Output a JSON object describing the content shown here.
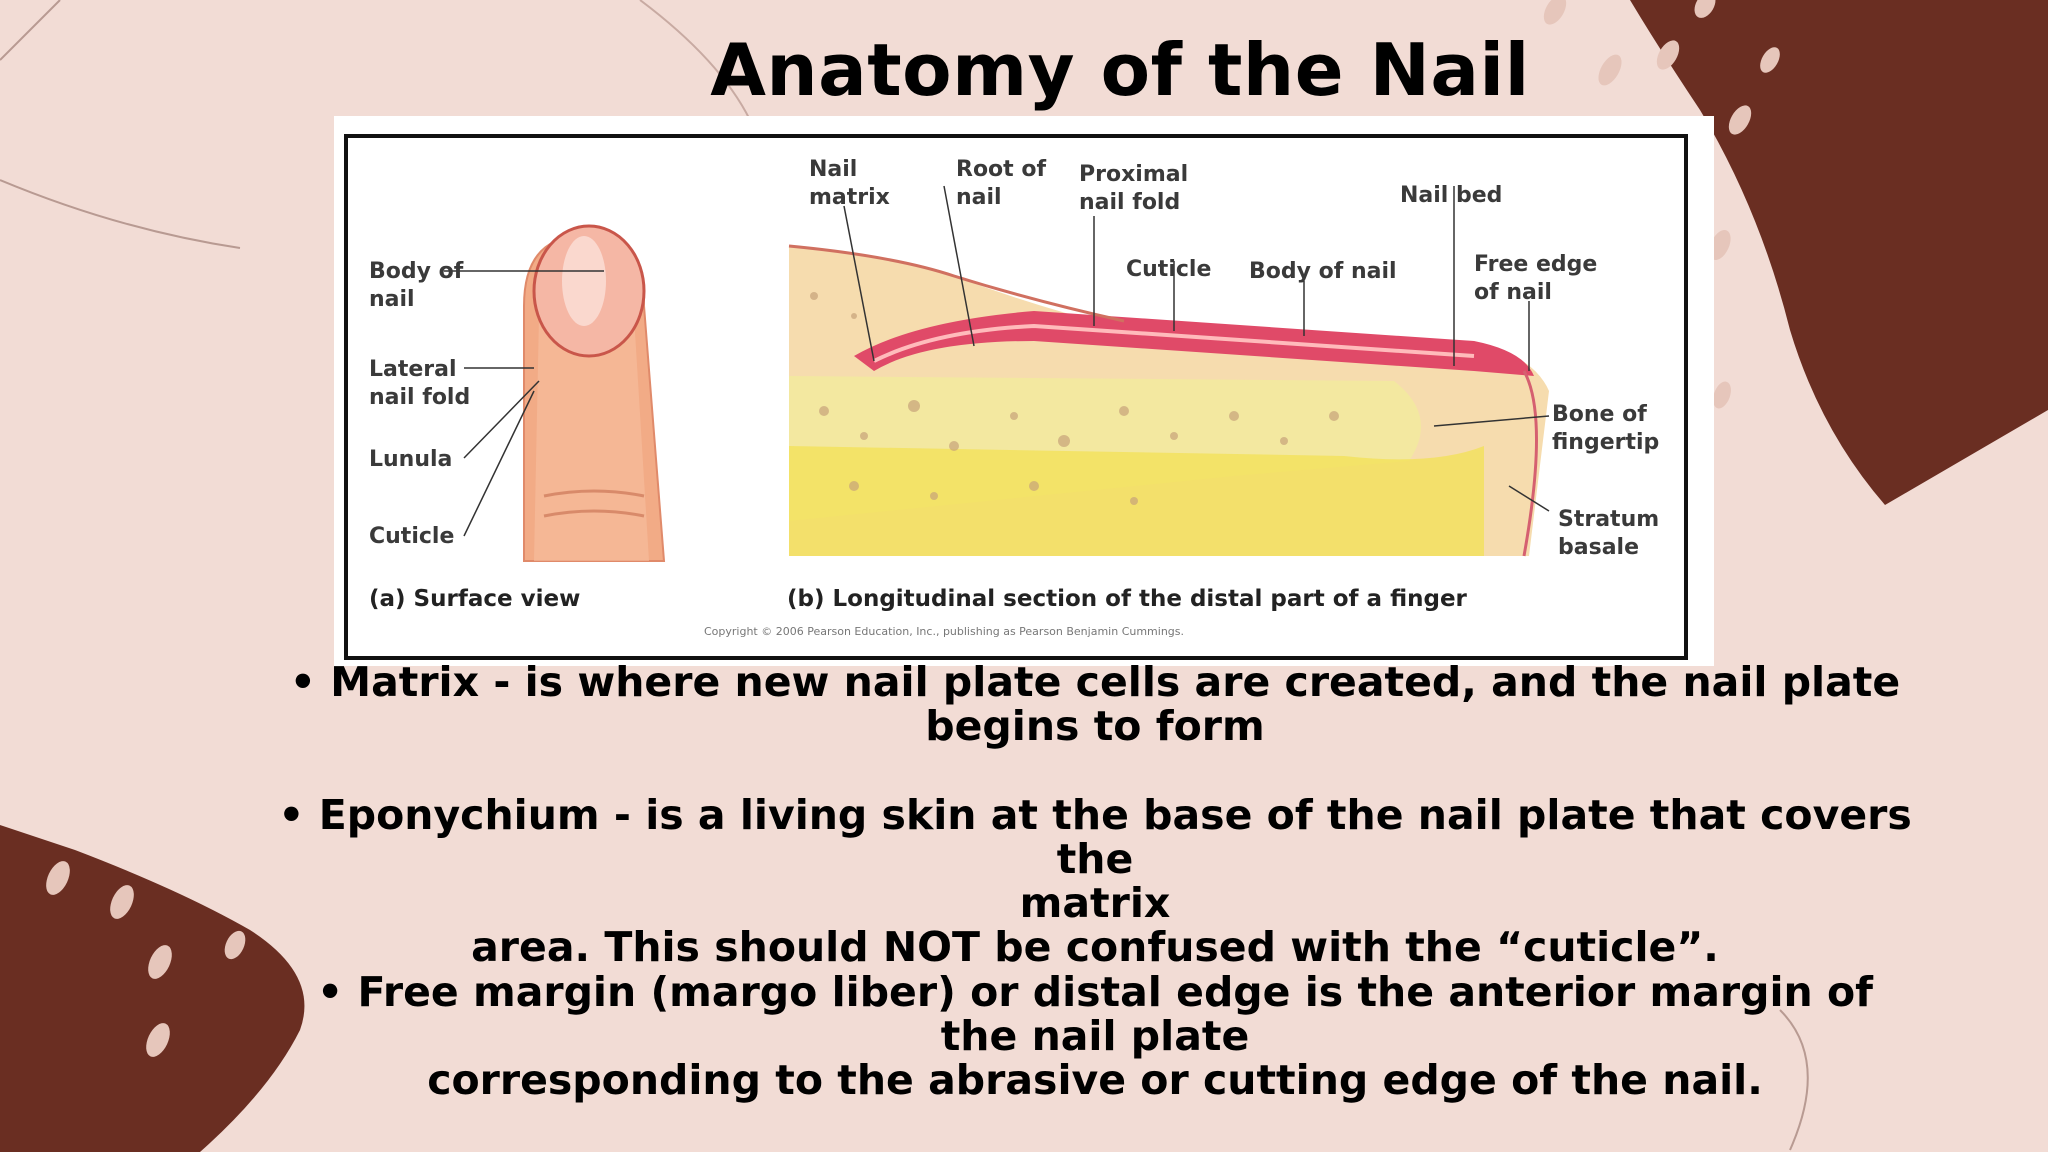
{
  "slide": {
    "title": "Anatomy of the Nail"
  },
  "figure": {
    "labels": {
      "body_of_nail_a_1": "Body of",
      "body_of_nail_a_2": "nail",
      "lateral_nail_fold_1": "Lateral",
      "lateral_nail_fold_2": "nail fold",
      "lunula": "Lunula",
      "cuticle_a": "Cuticle",
      "nail_matrix_1": "Nail",
      "nail_matrix_2": "matrix",
      "root_of_nail_1": "Root of",
      "root_of_nail_2": "nail",
      "proximal_nail_fold_1": "Proximal",
      "proximal_nail_fold_2": "nail fold",
      "cuticle_b": "Cuticle",
      "body_of_nail_b": "Body of nail",
      "nail_bed": "Nail bed",
      "free_edge_1": "Free edge",
      "free_edge_2": "of nail",
      "bone_1": "Bone of",
      "bone_2": "fingertip",
      "stratum_1": "Stratum",
      "stratum_2": "basale"
    },
    "caption_a": "(a) Surface view",
    "caption_b": "(b) Longitudinal section of the distal part of a finger",
    "copyright": "Copyright © 2006 Pearson Education, Inc., publishing as Pearson Benjamin Cummings."
  },
  "bullets": [
    {
      "lines": [
        "• Matrix - is where new nail plate cells are created, and the nail plate",
        "begins to form"
      ]
    },
    {
      "lines": [
        "• Eponychium - is a living skin at the base of the nail plate that covers the",
        "matrix",
        "area. This should NOT be confused with the “cuticle”."
      ]
    },
    {
      "lines": [
        "• Free  margin (margo liber)  or distal  edge is  the  anterior margin  of",
        "the  nail  plate",
        "corresponding to the abrasive or cutting edge of the nail."
      ]
    }
  ],
  "colors": {
    "background": "#f2dcd5",
    "dark_brown": "#6a2e22",
    "light_dots": "#e6c6bb"
  }
}
